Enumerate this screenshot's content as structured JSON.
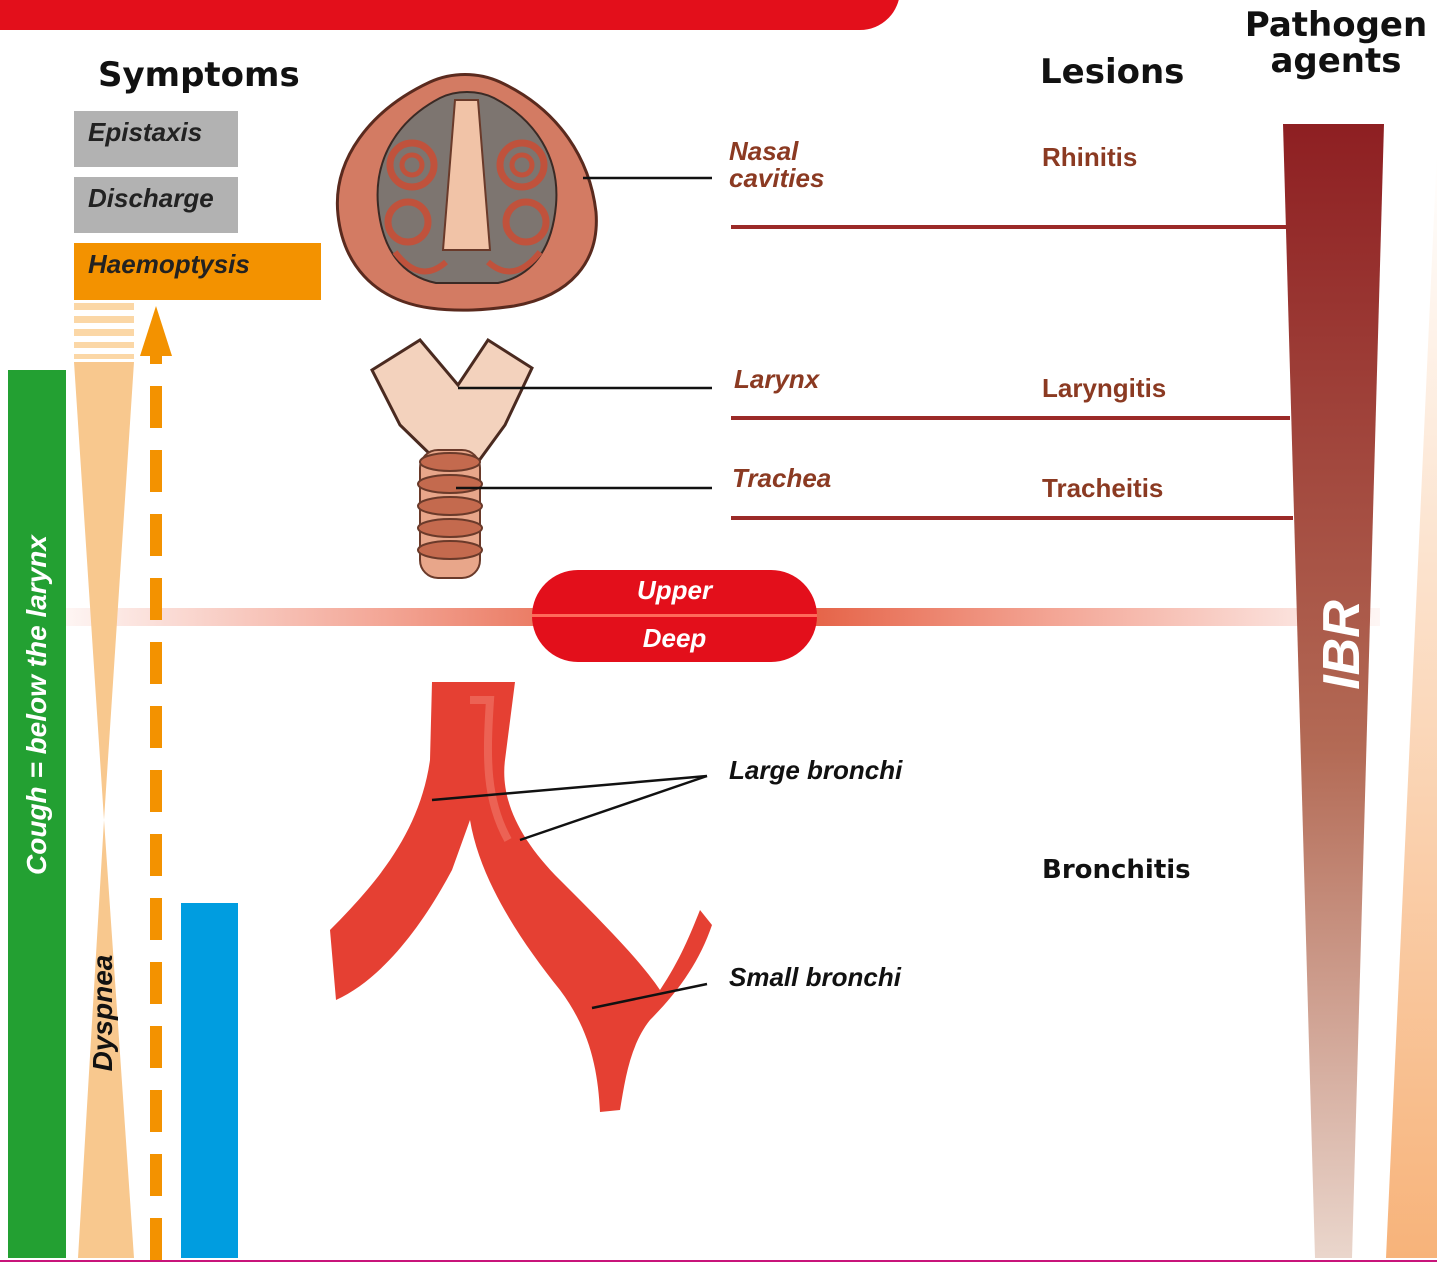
{
  "headers": {
    "symptoms": "Symptoms",
    "lesions": "Lesions",
    "pathogen": "Pathogen agents"
  },
  "symptoms": {
    "epistaxis": "Epistaxis",
    "discharge": "Discharge",
    "haemoptysis": "Haemoptysis",
    "cough": "Cough = below the larynx",
    "dyspnea": "Dyspnea"
  },
  "organs": {
    "nasal": "Nasal cavities",
    "larynx": "Larynx",
    "trachea": "Trachea",
    "large_bronchi": "Large bronchi",
    "small_bronchi": "Small bronchi"
  },
  "lesions": {
    "rhinitis": "Rhinitis",
    "laryngitis": "Laryngitis",
    "tracheitis": "Tracheitis",
    "bronchitis": "Bronchitis"
  },
  "divider": {
    "upper": "Upper",
    "deep": "Deep"
  },
  "pathogen": {
    "ibr": "IBR"
  },
  "colors": {
    "red_banner": "#e30f1b",
    "cough_bar": "#23a032",
    "haemoptysis_box": "#f39200",
    "blue_bar": "#009de0",
    "lesion_line": "#9b2a28",
    "gray_box": "#b2b2b2"
  }
}
